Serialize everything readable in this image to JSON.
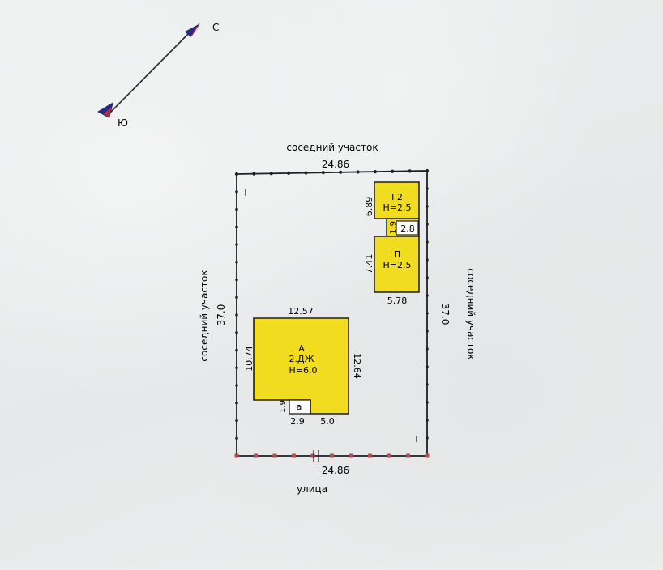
{
  "compass": {
    "north": "С",
    "south": "Ю"
  },
  "sides": {
    "top": "соседний участок",
    "left": "соседний участок",
    "right": "соседний участок",
    "bottom": "улица"
  },
  "dims": {
    "top": "24.86",
    "bottom": "24.86",
    "left": "37.0",
    "right": "37.0"
  },
  "markers": {
    "left": "I",
    "right": "I"
  },
  "house": {
    "letter": "А",
    "type": "2.ДЖ",
    "height": "Н=6.0",
    "dim_top": "12.57",
    "dim_left": "10.74",
    "dim_right": "12.64",
    "dim_bottom": "5.0"
  },
  "porch": {
    "letter": "а",
    "dim_left": "1.9",
    "dim_bottom": "2.9"
  },
  "garage": {
    "letter": "Г2",
    "height": "Н=2.5",
    "dim_left": "6.89"
  },
  "annex": {
    "letter": "П",
    "height": "Н=2.5",
    "dim_left": "7.41",
    "dim_bottom": "5.78"
  },
  "passage": {
    "dim_left": "1.9",
    "dim_right": "2.8"
  },
  "colors": {
    "building": "#f1dc1f",
    "outline": "#1e1e24",
    "post": "#b84a52"
  }
}
